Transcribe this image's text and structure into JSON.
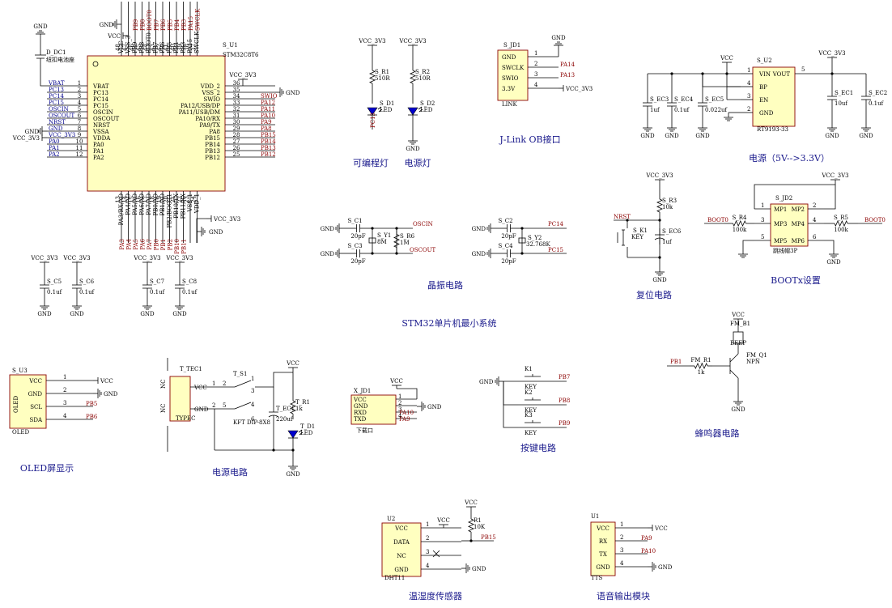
{
  "mcu": {
    "ref": "S_U1",
    "part": "STM32C8T6",
    "left_pins": [
      [
        "VBAT",
        "1"
      ],
      [
        "PC13",
        "2"
      ],
      [
        "PC14",
        "3"
      ],
      [
        "PC15",
        "4"
      ],
      [
        "OSCIN",
        "5"
      ],
      [
        "OSCOUT",
        "6"
      ],
      [
        "NRST",
        "7"
      ],
      [
        "VSSA",
        "8"
      ],
      [
        "VDDA",
        "9"
      ],
      [
        "PA0",
        "10"
      ],
      [
        "PA1",
        "11"
      ],
      [
        "PA2",
        "12"
      ]
    ],
    "left_nets": [
      "VBAT",
      "PC13",
      "PC14",
      "PC15",
      "OSCIN",
      "OSCOUT",
      "NRST",
      "GND",
      "VCC_3V3",
      "PA0",
      "PA1",
      "PA2"
    ],
    "right_pins": [
      [
        "VDD_2",
        "36"
      ],
      [
        "VSS_2",
        "35"
      ],
      [
        "SWIO",
        "34"
      ],
      [
        "PA12/USB/DP",
        "33"
      ],
      [
        "PA11/USB/DM",
        "32"
      ],
      [
        "PA10/RX",
        "31"
      ],
      [
        "PA9/TX",
        "30"
      ],
      [
        "PA8",
        "29"
      ],
      [
        "PB15",
        "28"
      ],
      [
        "PB14",
        "27"
      ],
      [
        "PB13",
        "26"
      ],
      [
        "PB12",
        "25"
      ]
    ],
    "right_nets": [
      "VCC_3V3",
      "GND",
      "SWIO",
      "PA12",
      "PA11",
      "PA10",
      "PA9",
      "PA8",
      "PB15",
      "PB14",
      "PB13",
      "PB12"
    ],
    "top_pins": [
      "VCC",
      "VSS_3",
      "PB9",
      "PB8",
      "BOOT0",
      "PB7",
      "PB6",
      "PB5",
      "PB4",
      "PB3",
      "PA15",
      "SWCLK"
    ],
    "top_nums": [
      "48",
      "47",
      "46",
      "45",
      "44",
      "43",
      "42",
      "41",
      "40",
      "39",
      "38",
      "37"
    ],
    "top_nets": [
      "GND",
      "VCC",
      "PB9",
      "PB8",
      "BOOT0",
      "PB7",
      "PB6",
      "PB5",
      "PB4",
      "PB3",
      "PA15",
      "SWCLK"
    ],
    "bottom_pins": [
      "PA3/RX/AO",
      "PA4/AO",
      "PA5/AO",
      "PA6/AO",
      "PA7/AO",
      "PB0/AO",
      "PB1/AO",
      "PB2/BOOT1",
      "PB10/TX",
      "PB11/RX",
      "VSS_1",
      "VDD_1"
    ],
    "bottom_nums": [
      "13",
      "14",
      "15",
      "16",
      "17",
      "18",
      "19",
      "20",
      "21",
      "22",
      "23",
      "24"
    ],
    "bottom_nets": [
      "PA3",
      "PA4",
      "PA5",
      "PA6",
      "PA7",
      "PB0",
      "PB1",
      "PB2",
      "PB10",
      "PB11",
      "GND",
      "VCC_3V3"
    ]
  },
  "battery": {
    "net": "GND",
    "ref": "D_DC1",
    "value": "纽扣电池座"
  },
  "vcc3v3": "VCC_3V3",
  "vcc": "VCC",
  "gnd": "GND",
  "decoupling": [
    {
      "ref": "S_C5",
      "value": "0.1uf"
    },
    {
      "ref": "S_C6",
      "value": "0.1uf"
    },
    {
      "ref": "S_C7",
      "value": "0.1uf"
    },
    {
      "ref": "S_C8",
      "value": "0.1uf"
    }
  ],
  "leds": {
    "r1": "S_R1",
    "r1v": "510R",
    "d1": "S_D1",
    "r2": "S_R2",
    "r2v": "510R",
    "d2": "S_D2",
    "led": "LED",
    "net": "PC13",
    "cap1": "可编程灯",
    "cap2": "电源灯"
  },
  "jlink": {
    "ref": "S_JD1",
    "name": "LINK",
    "pins": [
      [
        "1",
        "GND"
      ],
      [
        "2",
        "SWCLK"
      ],
      [
        "3",
        "SWIO"
      ],
      [
        "4",
        "3.3V"
      ]
    ],
    "nets": [
      "GND",
      "PA14",
      "PA13",
      "VCC_3V3"
    ],
    "caption": "J-Link OB接口"
  },
  "power": {
    "ref": "S_U2",
    "part": "RT9193-33",
    "in_net": "VCC",
    "out_net": "VCC_3V3",
    "pins_l": [
      [
        "VIN",
        "1"
      ],
      [
        "BP",
        "4"
      ],
      [
        "EN",
        "3"
      ],
      [
        "GND",
        "2"
      ]
    ],
    "pin_r": [
      "VOUT",
      "5"
    ],
    "caps": [
      {
        "ref": "S_EC3",
        "value": "1uf"
      },
      {
        "ref": "S_EC4",
        "value": "0.1uf"
      },
      {
        "ref": "S_EC5",
        "value": "0.022uf"
      },
      {
        "ref": "S_EC1",
        "value": "10uf"
      },
      {
        "ref": "S_EC2",
        "value": "0.1uf"
      }
    ],
    "caption": "电源（5V-->3.3V）"
  },
  "crystal": {
    "c1": "S_C1",
    "c2": "S_C2",
    "c3": "S_C3",
    "c4": "S_C4",
    "cv": "20pF",
    "y1": "S_Y1",
    "y1v": "8M",
    "y2": "S_Y2",
    "y2v": "32.768K",
    "r6": "S_R6",
    "r6v": "1M",
    "n1": "OSCIN",
    "n2": "OSCOUT",
    "n3": "PC14",
    "n4": "PC15",
    "caption": "晶振电路"
  },
  "reset": {
    "r3": "S_R3",
    "r3v": "10k",
    "k1": "S_K1",
    "k1v": "KEY",
    "ec6": "S_EC6",
    "ec6v": "1uf",
    "net": "NRST",
    "caption": "复位电路"
  },
  "boot": {
    "ref": "S_JD2",
    "name": "跳线帽3P",
    "r4": "S_R4",
    "r5": "S_R5",
    "rv": "100k",
    "net": "BOOT0",
    "pins": [
      [
        "MP1",
        "1"
      ],
      [
        "MP2",
        "2"
      ],
      [
        "MP3",
        "3"
      ],
      [
        "MP4",
        "4"
      ],
      [
        "MP5",
        "5"
      ],
      [
        "MP6",
        "6"
      ]
    ],
    "caption": "BOOTx设置"
  },
  "system_caption": "STM32单片机最小系统",
  "buzzer": {
    "ref": "FM_B1",
    "name": "BEEP",
    "q": "FM_Q1",
    "qv": "NPN",
    "r": "FM_R1",
    "rv": "1k",
    "net": "PB1",
    "caption": "蜂鸣器电路"
  },
  "oled": {
    "ref": "S_U3",
    "name": "OLED",
    "pins": [
      [
        "VCC",
        "1"
      ],
      [
        "GND",
        "2"
      ],
      [
        "SCL",
        "3"
      ],
      [
        "SDA",
        "4"
      ]
    ],
    "nets": [
      "VCC",
      "GND",
      "PB5",
      "PB6"
    ],
    "caption": "OLED屏显示"
  },
  "typec": {
    "ref": "T_TEC1",
    "name": "TYPEC",
    "pins": [
      [
        "VCC",
        "1"
      ],
      [
        "GND",
        "2"
      ]
    ],
    "nc": "NC",
    "sw": "T_S1",
    "swv": "KFT DIP-8X8",
    "ec": "T_EC1",
    "ecv": "220uf",
    "r": "T_R1",
    "rv": "1k",
    "d": "T_D1",
    "dv": "LED",
    "caption": "电源电路"
  },
  "serial": {
    "ref": "X_JD1",
    "name": "下载口",
    "pins": [
      [
        "VCC",
        "1"
      ],
      [
        "GND",
        "2"
      ],
      [
        "RXD",
        "3"
      ],
      [
        "TXD",
        "4"
      ]
    ],
    "nets": [
      "VCC",
      "GND",
      "PA10",
      "PA9"
    ]
  },
  "keys": {
    "k": [
      "K1",
      "K2",
      "K3"
    ],
    "v": "KEY",
    "nets": [
      "PB7",
      "PB8",
      "PB9"
    ],
    "caption": "按键电路"
  },
  "dht": {
    "ref": "U2",
    "name": "DHT11",
    "pins": [
      [
        "VCC",
        "1"
      ],
      [
        "DATA",
        "2"
      ],
      [
        "NC",
        "3"
      ],
      [
        "GND",
        "4"
      ]
    ],
    "r": "R1",
    "rv": "10K",
    "net": "PB15",
    "caption": "温湿度传感器"
  },
  "tts": {
    "ref": "U1",
    "name": "TTS",
    "pins": [
      [
        "VCC",
        "1"
      ],
      [
        "RX",
        "2"
      ],
      [
        "TX",
        "3"
      ],
      [
        "GND",
        "4"
      ]
    ],
    "nets": [
      "VCC",
      "PA9",
      "PA10",
      "GND"
    ],
    "caption": "语音输出模块"
  }
}
